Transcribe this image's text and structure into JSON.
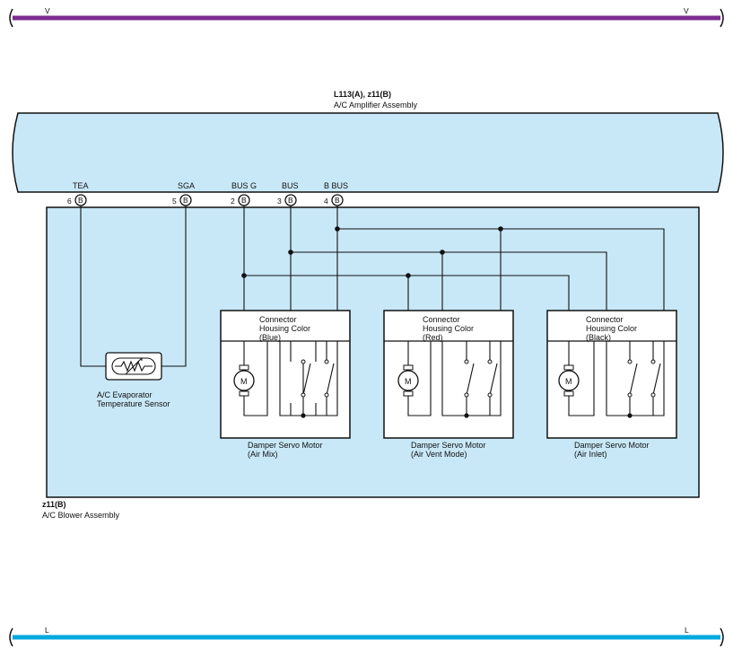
{
  "top_bus": {
    "label_left": "V",
    "label_right": "V",
    "color": "#7b2d8e"
  },
  "bottom_bus": {
    "label_left": "L",
    "label_right": "L",
    "color": "#00a8e0"
  },
  "amplifier": {
    "code": "L113(A), z11(B)",
    "name": "A/C Amplifier Assembly",
    "fill": "#c8e8f8"
  },
  "blower": {
    "code": "z11(B)",
    "name": "A/C Blower Assembly",
    "fill": "#c8e8f8"
  },
  "terminals": [
    {
      "signal": "TEA",
      "pin": "6",
      "conn": "B"
    },
    {
      "signal": "SGA",
      "pin": "5",
      "conn": "B"
    },
    {
      "signal": "BUS G",
      "pin": "2",
      "conn": "B"
    },
    {
      "signal": "BUS",
      "pin": "3",
      "conn": "B"
    },
    {
      "signal": "B BUS",
      "pin": "4",
      "conn": "B"
    }
  ],
  "sensor": {
    "line1": "A/C Evaporator",
    "line2": "Temperature Sensor"
  },
  "motors": [
    {
      "housing1": "Connector",
      "housing2": "Housing Color",
      "color": "(Blue)",
      "name": "Damper Servo Motor",
      "type": "(Air Mix)",
      "symbol": "M"
    },
    {
      "housing1": "Connector",
      "housing2": "Housing Color",
      "color": "(Red)",
      "name": "Damper Servo Motor",
      "type": "(Air Vent Mode)",
      "symbol": "M"
    },
    {
      "housing1": "Connector",
      "housing2": "Housing Color",
      "color": "(Black)",
      "name": "Damper Servo Motor",
      "type": "(Air Inlet)",
      "symbol": "M"
    }
  ]
}
